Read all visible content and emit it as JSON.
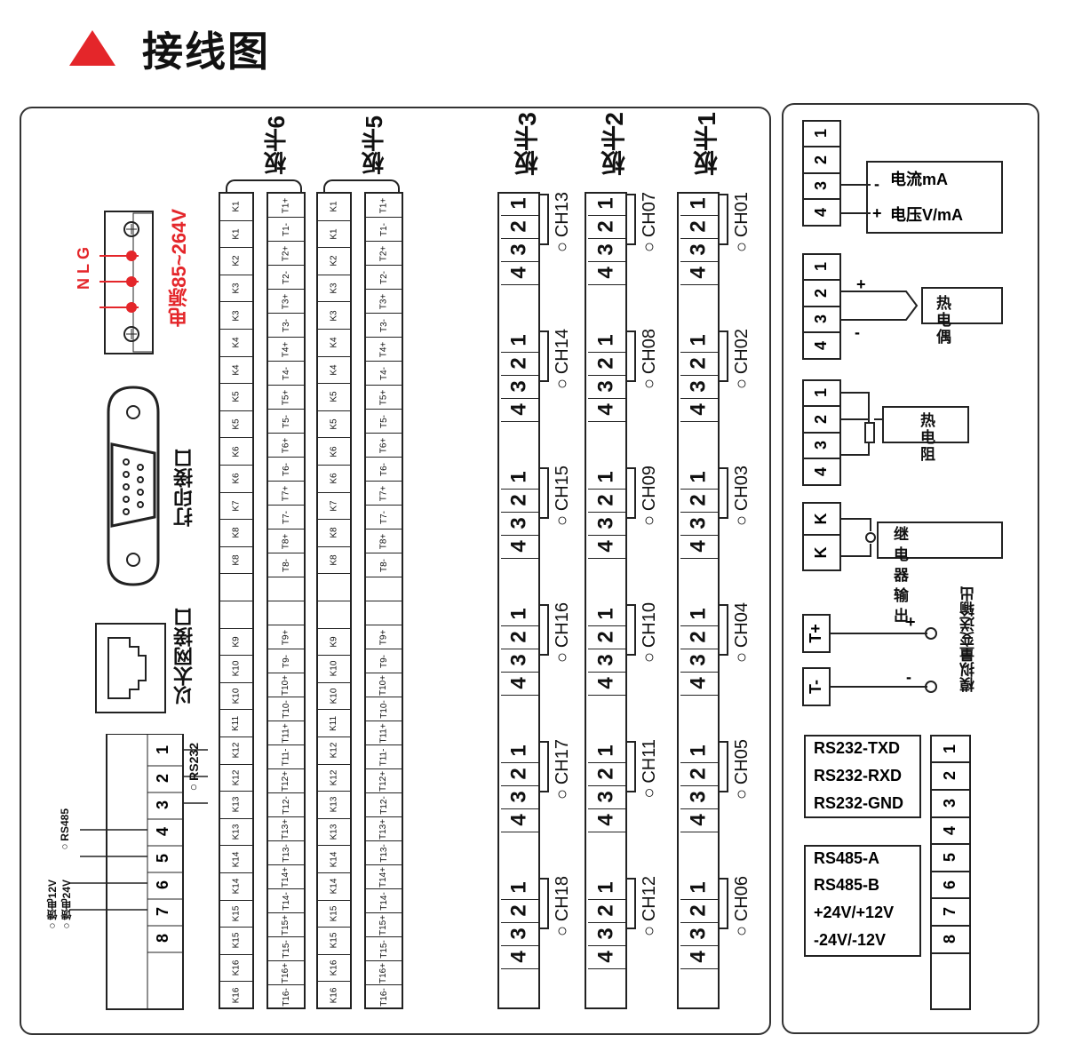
{
  "header": {
    "title": "接线图",
    "accent": "#e4262a"
  },
  "power": {
    "label": "电源85~264V",
    "terminals": [
      "N",
      "L",
      "G"
    ]
  },
  "print_port": {
    "label": "打印接口"
  },
  "ethernet_port": {
    "label": "以太网接口"
  },
  "comm_block": {
    "terminals": [
      "1",
      "2",
      "3",
      "4",
      "5",
      "6",
      "7",
      "8"
    ],
    "rs232": "○RS232",
    "rs485": "○RS485",
    "feed12": "○馈电12V",
    "feed24": "○馈电24V"
  },
  "relay_cards": [
    {
      "name": "板卡6",
      "k_col": [
        "K1",
        "K1",
        "K2",
        "K3",
        "K3",
        "K4",
        "K4",
        "K5",
        "K5",
        "K6",
        "K6",
        "K7",
        "K8",
        "K8",
        "",
        "",
        "K9",
        "K10",
        "K10",
        "K11",
        "K12",
        "K12",
        "K13",
        "K13",
        "K14",
        "K14",
        "K15",
        "K15",
        "K16",
        "K16"
      ],
      "t_col": [
        "T1+",
        "T1-",
        "T2+",
        "T2-",
        "T3+",
        "T3-",
        "T4+",
        "T4-",
        "T5+",
        "T5-",
        "T6+",
        "T6-",
        "T7+",
        "T7-",
        "T8+",
        "T8-",
        "",
        "",
        "T9+",
        "T9-",
        "T10+",
        "T10-",
        "T11+",
        "T11-",
        "T12+",
        "T12-",
        "T13+",
        "T13-",
        "T14+",
        "T14-",
        "T15+",
        "T15-",
        "T16+",
        "T16-"
      ]
    },
    {
      "name": "板卡5",
      "k_col": [
        "K1",
        "K1",
        "K2",
        "K3",
        "K3",
        "K4",
        "K4",
        "K5",
        "K5",
        "K6",
        "K6",
        "K7",
        "K8",
        "K8",
        "",
        "",
        "K9",
        "K10",
        "K10",
        "K11",
        "K12",
        "K12",
        "K13",
        "K13",
        "K14",
        "K14",
        "K15",
        "K15",
        "K16",
        "K16"
      ],
      "t_col": [
        "T1+",
        "T1-",
        "T2+",
        "T2-",
        "T3+",
        "T3-",
        "T4+",
        "T4-",
        "T5+",
        "T5-",
        "T6+",
        "T6-",
        "T7+",
        "T7-",
        "T8+",
        "T8-",
        "",
        "",
        "T9+",
        "T9-",
        "T10+",
        "T10-",
        "T11+",
        "T11-",
        "T12+",
        "T12-",
        "T13+",
        "T13-",
        "T14+",
        "T14-",
        "T15+",
        "T15-",
        "T16+",
        "T16-"
      ]
    }
  ],
  "input_cards": [
    {
      "name": "板卡3",
      "channels": [
        "○CH13",
        "○CH14",
        "○CH15",
        "○CH16",
        "○CH17",
        "○CH18"
      ]
    },
    {
      "name": "板卡2",
      "channels": [
        "○CH07",
        "○CH08",
        "○CH09",
        "○CH10",
        "○CH11",
        "○CH12"
      ]
    },
    {
      "name": "板卡1",
      "channels": [
        "○CH01",
        "○CH02",
        "○CH03",
        "○CH04",
        "○CH05",
        "○CH06"
      ]
    }
  ],
  "channel_terminals": [
    "1",
    "2",
    "3",
    "4"
  ],
  "legend": {
    "current_minus": "电流mA",
    "voltage_plus": "电压V/mA",
    "thermocouple": "热电偶",
    "rtd": "热电阻",
    "relay_out": "继电器输出",
    "analog_out": "模拟量变送输出",
    "relay_k": "K",
    "tplus": "T+",
    "tminus": "T-",
    "plus": "+",
    "minus": "-"
  },
  "signal_table": {
    "rows": [
      "RS232-TXD",
      "RS232-RXD",
      "RS232-GND",
      "",
      "RS485-A",
      "RS485-B",
      "+24V/+12V",
      "-24V/-12V"
    ],
    "terminals": [
      "1",
      "2",
      "3",
      "4",
      "5",
      "6",
      "7",
      "8"
    ]
  }
}
